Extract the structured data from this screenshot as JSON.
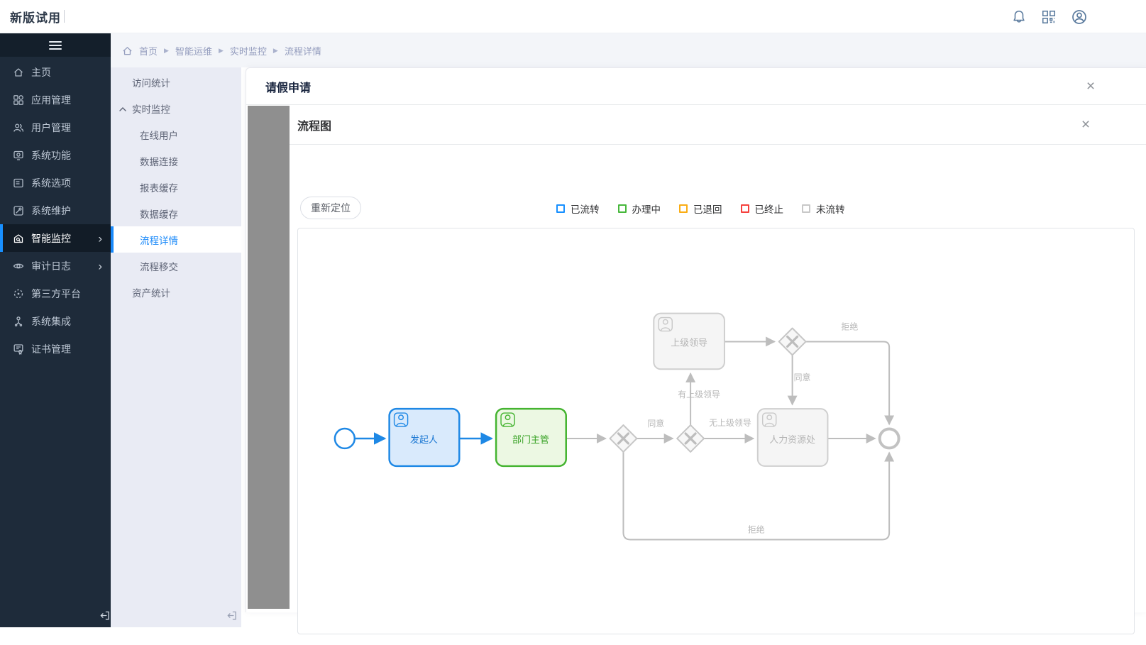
{
  "header": {
    "brand": "新版试用",
    "icons": [
      {
        "name": "notification-bell"
      },
      {
        "name": "qr-code"
      },
      {
        "name": "user-avatar"
      }
    ]
  },
  "breadcrumb": {
    "items": [
      "首页",
      "智能运维",
      "实时监控",
      "流程详情"
    ]
  },
  "sidebar": {
    "items": [
      {
        "label": "主页",
        "icon": "home-icon"
      },
      {
        "label": "应用管理",
        "icon": "apps-icon"
      },
      {
        "label": "用户管理",
        "icon": "users-icon"
      },
      {
        "label": "系统功能",
        "icon": "system-functions-icon"
      },
      {
        "label": "系统选项",
        "icon": "system-options-icon"
      },
      {
        "label": "系统维护",
        "icon": "system-maintenance-icon"
      },
      {
        "label": "智能监控",
        "icon": "smart-monitor-icon",
        "active": true,
        "expandable": true
      },
      {
        "label": "审计日志",
        "icon": "audit-log-icon",
        "expandable": true
      },
      {
        "label": "第三方平台",
        "icon": "third-party-icon"
      },
      {
        "label": "系统集成",
        "icon": "integration-icon"
      },
      {
        "label": "证书管理",
        "icon": "certificate-icon"
      }
    ],
    "chevron": "›"
  },
  "submenu": {
    "items": [
      {
        "label": "访问统计",
        "level": 1
      },
      {
        "label": "实时监控",
        "level": 1,
        "expanded": true
      },
      {
        "label": "在线用户",
        "level": 2
      },
      {
        "label": "数据连接",
        "level": 2
      },
      {
        "label": "报表缓存",
        "level": 2
      },
      {
        "label": "数据缓存",
        "level": 2
      },
      {
        "label": "流程详情",
        "level": 2,
        "active": true
      },
      {
        "label": "流程移交",
        "level": 2
      },
      {
        "label": "资产统计",
        "level": 1
      }
    ]
  },
  "modal": {
    "title": "请假申请",
    "close_icon": "×",
    "panel": {
      "title": "流程图",
      "close_icon": "×",
      "relocate_button": "重新定位",
      "legend": [
        {
          "label": "已流转",
          "color": "#1890ff",
          "swatch_style": "border-color:#1890ff"
        },
        {
          "label": "办理中",
          "color": "#47b83c",
          "swatch_style": "border-color:#47b83c"
        },
        {
          "label": "已退回",
          "color": "#faad14",
          "swatch_style": "border-color:#faad14"
        },
        {
          "label": "已终止",
          "color": "#f5413d",
          "swatch_style": "border-color:#f5413d"
        },
        {
          "label": "未流转",
          "color": "#c8c8c8",
          "swatch_style": "border-color:#c8c8c8"
        }
      ]
    }
  },
  "flow": {
    "nodes": {
      "initiator": {
        "label": "发起人",
        "status": "已流转"
      },
      "dept_manager": {
        "label": "部门主管",
        "status": "办理中"
      },
      "superior_leader": {
        "label": "上级领导",
        "status": "未流转"
      },
      "hr_office": {
        "label": "人力资源处",
        "status": "未流转"
      }
    },
    "edges": {
      "agree_mid": "同意",
      "agree_top": "同意",
      "reject_top": "拒绝",
      "reject_bottom": "拒绝",
      "has_superior": "有上级领导",
      "no_superior": "无上级领导"
    },
    "colors": {
      "done_blue": "#1e88e5",
      "active_green": "#45b431",
      "pending_gray": "#bdbdbd"
    }
  }
}
